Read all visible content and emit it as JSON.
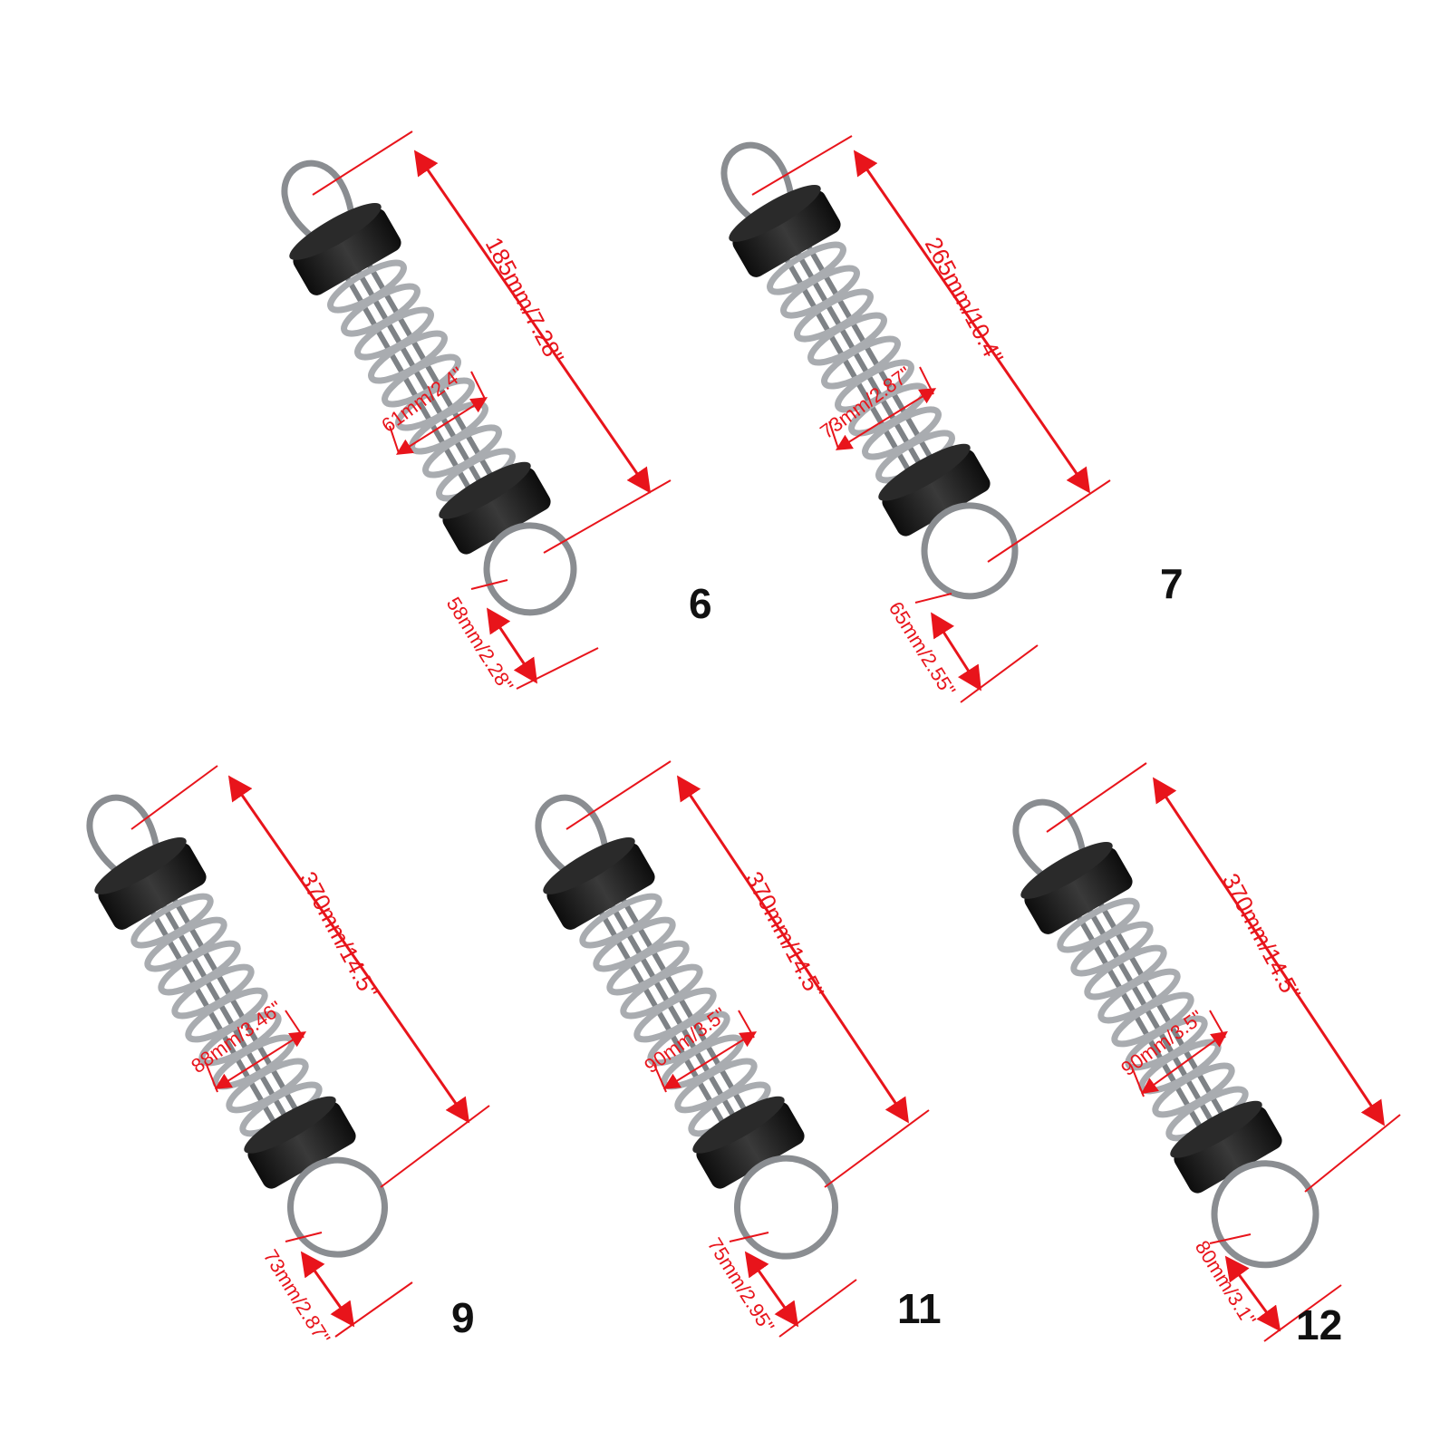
{
  "colors": {
    "annotation": "#e8141b",
    "rubber": "#1c1c1c",
    "steel": "#b9bcc0",
    "steel_dark": "#6f7377",
    "number": "#111111"
  },
  "icons": [
    "spring-snubber-icon",
    "loop-ring-icon",
    "dimension-arrow-icon"
  ],
  "variants": [
    {
      "number": "6",
      "total_length": "185mm/7.28\"",
      "coil_diameter": "61mm/2.4\"",
      "ring_diameter": "58mm/2.28\""
    },
    {
      "number": "7",
      "total_length": "265mm/10.4\"",
      "coil_diameter": "73mm/2.87\"",
      "ring_diameter": "65mm/2.55\""
    },
    {
      "number": "9",
      "total_length": "370mm/14.5\"",
      "coil_diameter": "88mm/3.46\"",
      "ring_diameter": "73mm/2.87\""
    },
    {
      "number": "11",
      "total_length": "370mm/14.5\"",
      "coil_diameter": "90mm/3.5\"",
      "ring_diameter": "75mm/2.95\""
    },
    {
      "number": "12",
      "total_length": "370mm/14.5\"",
      "coil_diameter": "90mm/3.5\"",
      "ring_diameter": "80mm/3.1\""
    }
  ]
}
